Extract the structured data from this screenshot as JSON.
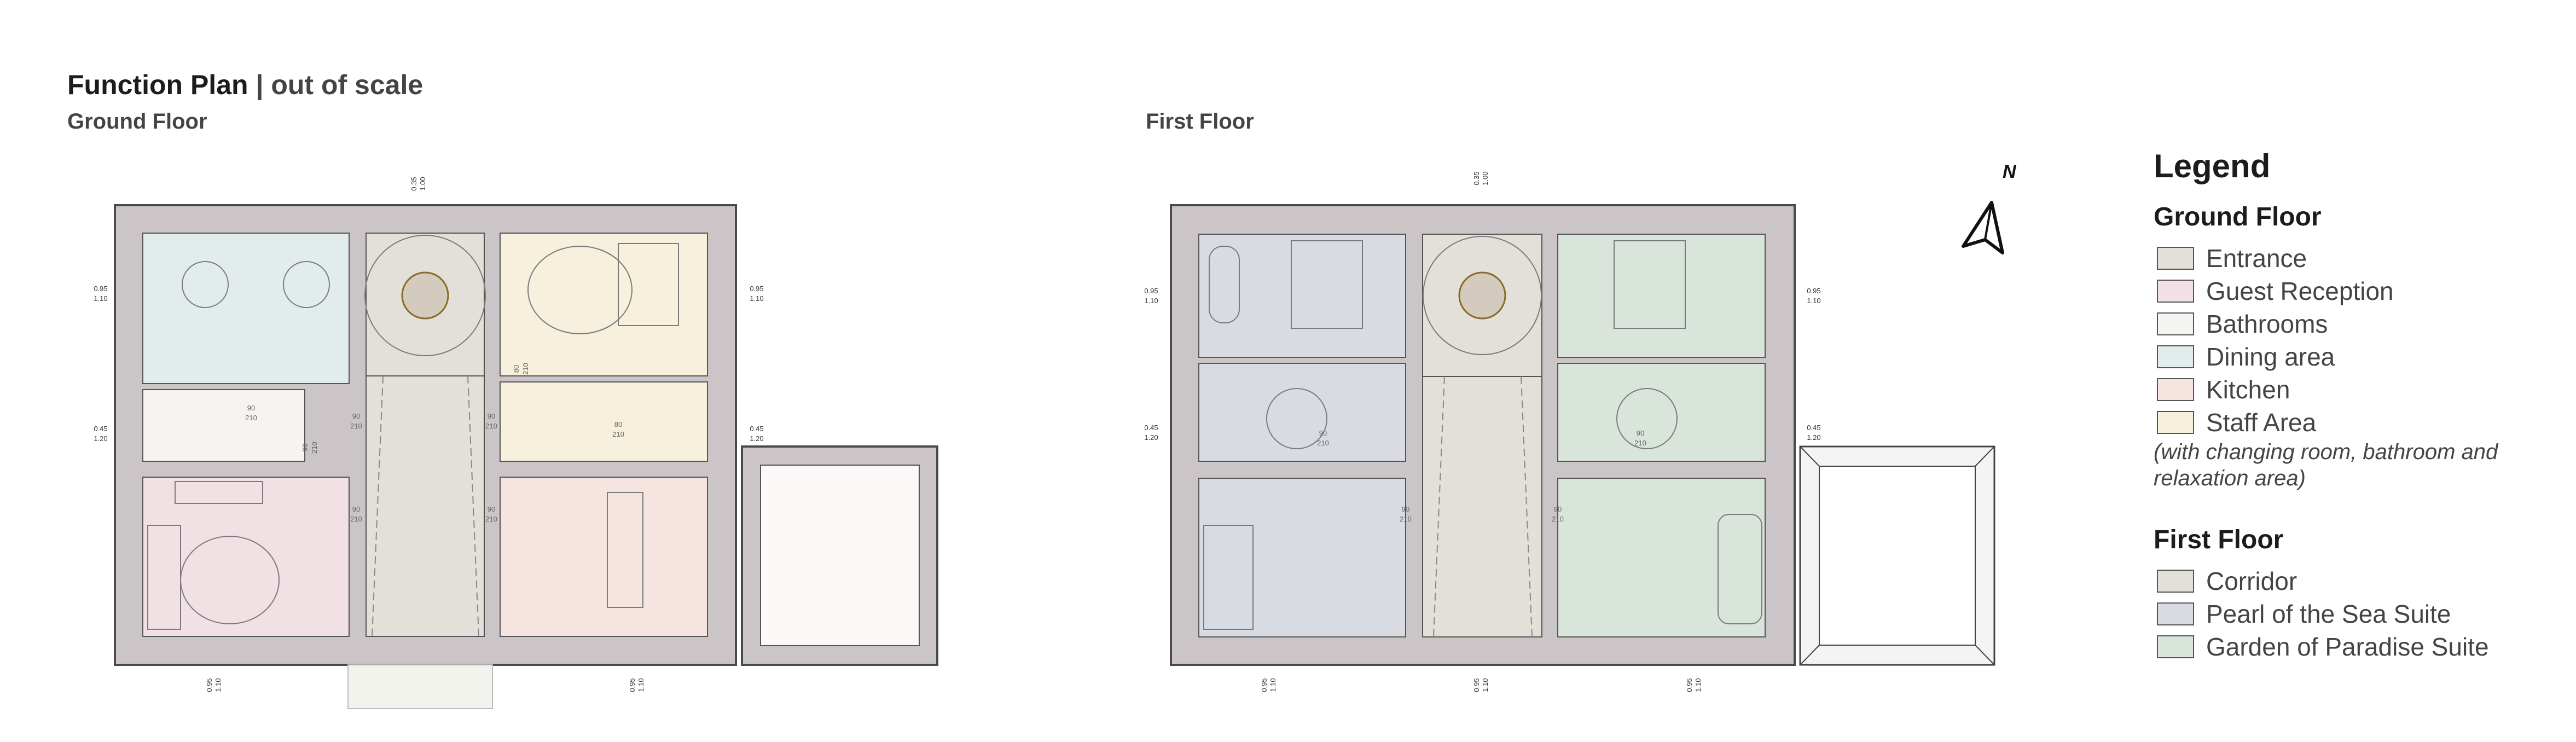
{
  "header": {
    "title": "Function Plan",
    "separator": " | ",
    "subtitle": "out of scale"
  },
  "plans": {
    "ground_floor": {
      "label": "Ground Floor"
    },
    "first_floor": {
      "label": "First Floor"
    }
  },
  "north_arrow": {
    "label": "N"
  },
  "dimensions": {
    "gf_top": [
      "0.35",
      "1.00"
    ],
    "gf_left_upper": [
      "0.95",
      "1.10"
    ],
    "gf_left_lower": [
      "0.45",
      "1.20"
    ],
    "gf_right_upper": [
      "0.95",
      "1.10"
    ],
    "gf_right_lower": [
      "0.45",
      "1.20"
    ],
    "gf_bottom_left": [
      "0.95",
      "1.10"
    ],
    "gf_bottom_right": [
      "0.95",
      "1.10"
    ],
    "ff_top": [
      "0.35",
      "1.00"
    ],
    "ff_left_upper": [
      "0.95",
      "1.10"
    ],
    "ff_left_lower": [
      "0.45",
      "1.20"
    ],
    "ff_right_upper": [
      "0.95",
      "1.10"
    ],
    "ff_right_lower": [
      "0.45",
      "1.20"
    ],
    "ff_bottom_left": [
      "0.95",
      "1.10"
    ],
    "ff_bottom_center": [
      "0.95",
      "1.10"
    ],
    "ff_bottom_right": [
      "0.95",
      "1.10"
    ]
  },
  "doors": {
    "d90": [
      "90",
      "210"
    ],
    "d80": [
      "80",
      "210"
    ]
  },
  "legend": {
    "title": "Legend",
    "ground_floor": {
      "heading": "Ground Floor",
      "items": [
        {
          "label": "Entrance",
          "color": "#e2e0d8"
        },
        {
          "label": "Guest Reception",
          "color": "#f2e1e4"
        },
        {
          "label": "Bathrooms",
          "color": "#f6f4f0"
        },
        {
          "label": "Dining area",
          "color": "#e3ecec"
        },
        {
          "label": "Kitchen",
          "color": "#f5e4e0"
        },
        {
          "label": "Staff Area",
          "color": "#f6f0dc"
        }
      ],
      "note": "(with changing room, bathroom and relaxation area)"
    },
    "first_floor": {
      "heading": "First Floor",
      "items": [
        {
          "label": "Corridor",
          "color": "#e2e0d8"
        },
        {
          "label": "Pearl of the Sea Suite",
          "color": "#d8dce2"
        },
        {
          "label": "Garden of Paradise Suite",
          "color": "#d9e4da"
        }
      ]
    }
  }
}
